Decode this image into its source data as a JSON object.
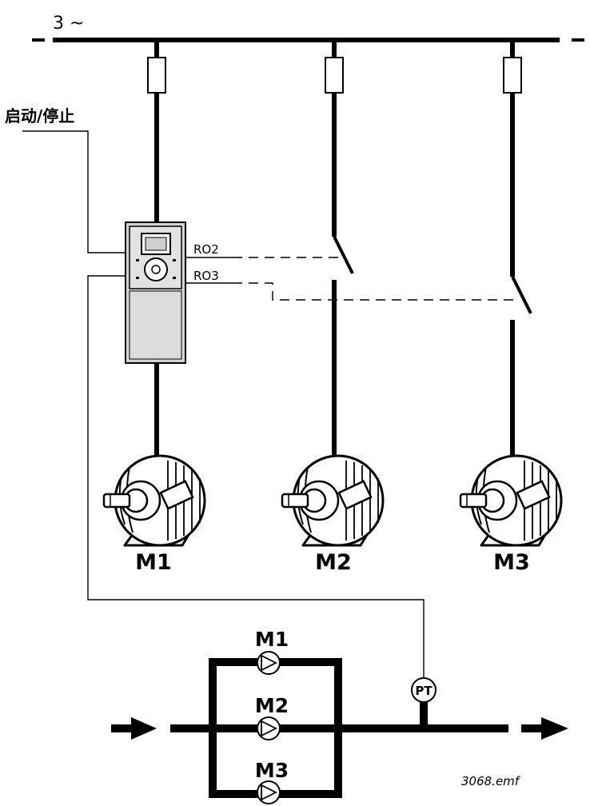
{
  "supply_label": "3 ~",
  "start_stop_label": "启动/停止",
  "relay_outputs": [
    "RO2",
    "RO3"
  ],
  "motors": [
    "M1",
    "M2",
    "M3"
  ],
  "pumps": [
    "M1",
    "M2",
    "M3"
  ],
  "pressure_transmitter": "PT",
  "file_name": "3068.emf"
}
